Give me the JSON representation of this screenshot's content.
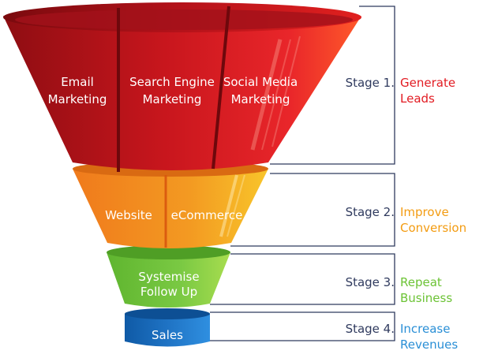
{
  "funnel": {
    "top_segments": [
      {
        "lines": [
          "Email",
          "Marketing"
        ]
      },
      {
        "lines": [
          "Search Engine",
          "Marketing"
        ]
      },
      {
        "lines": [
          "Social Media",
          "Marketing"
        ]
      }
    ],
    "middle_segments": [
      {
        "label": "Website"
      },
      {
        "label": "eCommerce"
      }
    ],
    "lower_segment": {
      "lines": [
        "Systemise",
        "Follow Up"
      ]
    },
    "base_segment": {
      "label": "Sales"
    }
  },
  "stages": [
    {
      "number": "Stage 1.",
      "title_lines": [
        "Generate",
        "Leads"
      ],
      "color": "#e21b22"
    },
    {
      "number": "Stage 2.",
      "title_lines": [
        "Improve",
        "Conversion"
      ],
      "color": "#f39c12"
    },
    {
      "number": "Stage 3.",
      "title_lines": [
        "Repeat",
        "Business"
      ],
      "color": "#6cc335"
    },
    {
      "number": "Stage 4.",
      "title_lines": [
        "Increase",
        "Revenues"
      ],
      "color": "#2a8fd6"
    }
  ],
  "colors": {
    "red": "#c8161d",
    "orange": "#f2921f",
    "green": "#7ac943",
    "blue": "#1f73c4",
    "bracket": "#2f3a5e"
  }
}
